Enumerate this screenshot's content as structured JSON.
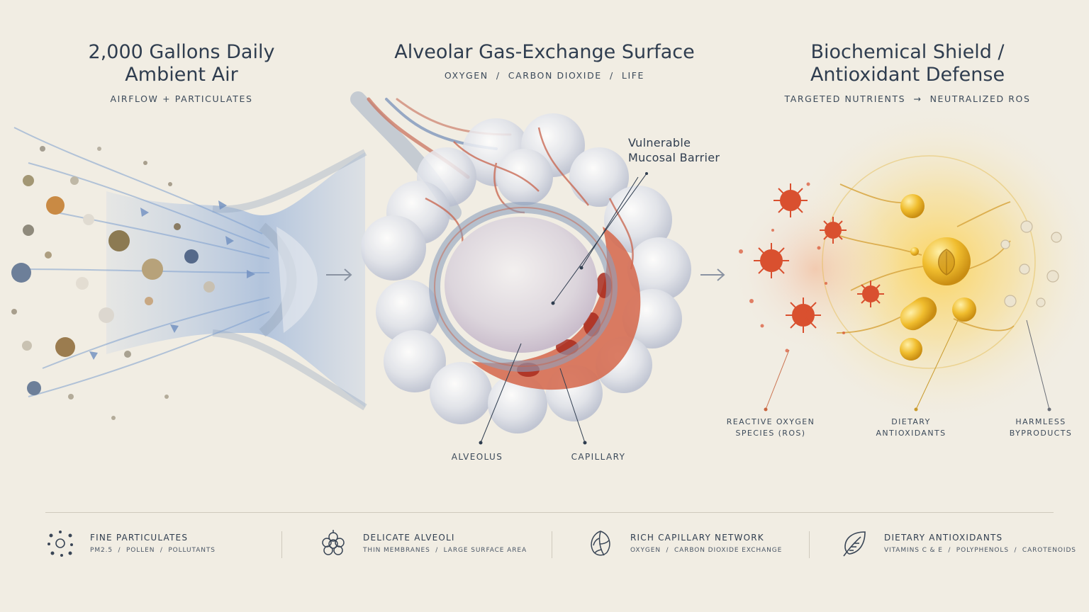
{
  "panels": {
    "airflow": {
      "title_line1": "2,000 Gallons Daily",
      "title_line2": "Ambient Air",
      "subtitle": "AIRFLOW + PARTICULATES"
    },
    "alveolar": {
      "title": "Alveolar Gas-Exchange Surface",
      "subtitle": "OXYGEN  /  CARBON DIOXIDE  /  LIFE",
      "callouts": {
        "barrier_line1": "Vulnerable",
        "barrier_line2": "Mucosal Barrier",
        "alveolus": "ALVEOLUS",
        "capillary": "CAPILLARY"
      }
    },
    "shield": {
      "title_line1": "Biochemical Shield /",
      "title_line2": "Antioxidant Defense",
      "subtitle": "TARGETED NUTRIENTS  →  NEUTRALIZED ROS",
      "callouts": {
        "ros_line1": "REACTIVE OXYGEN",
        "ros_line2": "SPECIES (ROS)",
        "antioxidants_line1": "DIETARY",
        "antioxidants_line2": "ANTIOXIDANTS",
        "byproducts_line1": "HARMLESS",
        "byproducts_line2": "BYPRODUCTS"
      }
    }
  },
  "footer": [
    {
      "icon": "particles-icon",
      "title": "FINE PARTICULATES",
      "sub": "PM2.5  /  POLLEN  /  POLLUTANTS"
    },
    {
      "icon": "alveoli-cluster-icon",
      "title": "DELICATE ALVEOLI",
      "sub": "THIN MEMBRANES  /  LARGE SURFACE AREA"
    },
    {
      "icon": "capillary-leaf-icon",
      "title": "RICH CAPILLARY NETWORK",
      "sub": "OXYGEN  /  CARBON DIOXIDE EXCHANGE"
    },
    {
      "icon": "leaf-icon",
      "title": "DIETARY ANTIOXIDANTS",
      "sub": "VITAMINS C & E  /  POLYPHENOLS  /  CAROTENOIDS"
    }
  ],
  "colors": {
    "background": "#f1ede3",
    "ink": "#2f3d4f",
    "airflow_blue": "#7d9fcf",
    "tissue_red": "#d0533a",
    "antioxidant_gold": "#e8b22c"
  }
}
